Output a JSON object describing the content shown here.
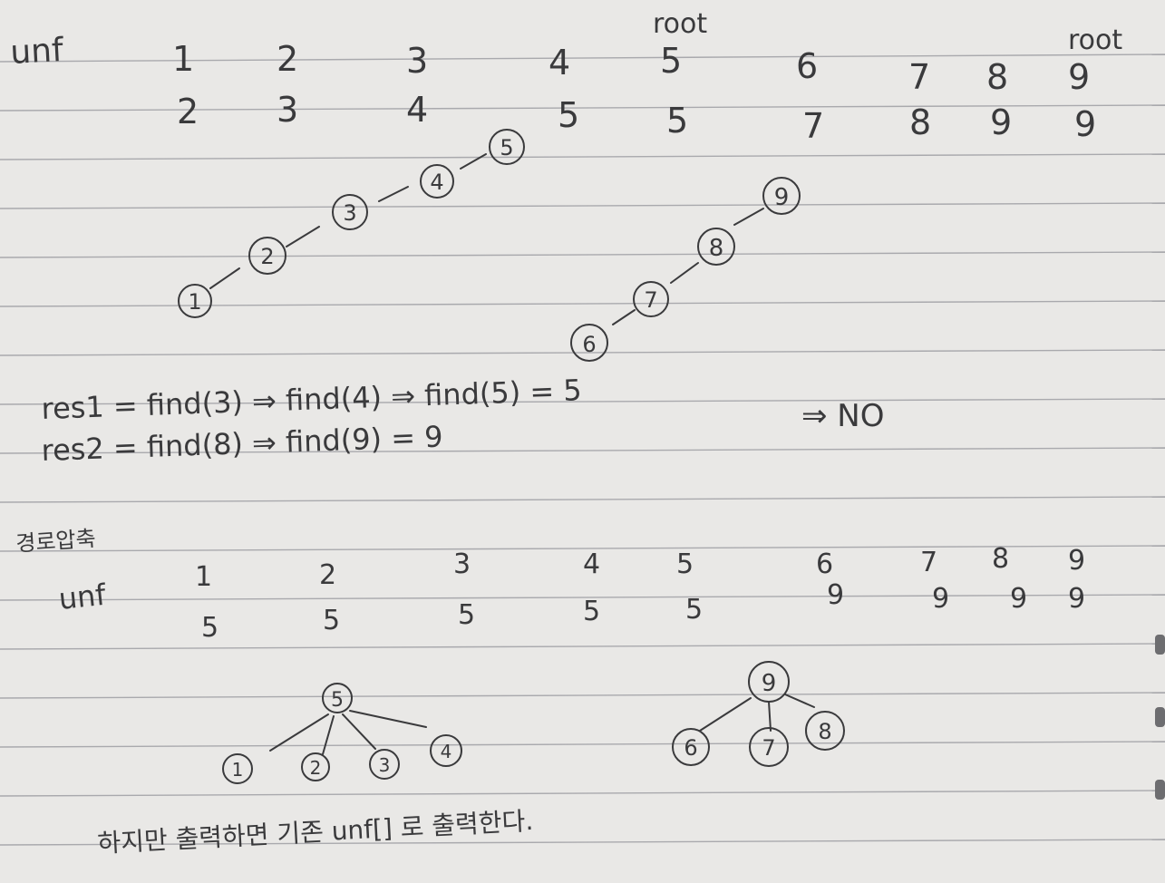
{
  "section1": {
    "label": "unf",
    "root_labels": [
      "root",
      "root"
    ],
    "index_row": [
      "1",
      "2",
      "3",
      "4",
      "5",
      "6",
      "7",
      "8",
      "9"
    ],
    "parent_row": [
      "2",
      "3",
      "4",
      "5",
      "5",
      "7",
      "8",
      "9",
      "9"
    ]
  },
  "tree1": {
    "chain_a": [
      "1",
      "2",
      "3",
      "4",
      "5"
    ],
    "chain_b": [
      "6",
      "7",
      "8",
      "9"
    ]
  },
  "calc": {
    "res1": "res1 = find(3) ⇒ find(4) ⇒ find(5) = 5",
    "res2": "res2 = find(8) ⇒ find(9) = 9",
    "result": "⇒ NO"
  },
  "section2": {
    "title": "경로압축",
    "label": "unf",
    "index_row": [
      "1",
      "2",
      "3",
      "4",
      "5",
      "6",
      "7",
      "8",
      "9"
    ],
    "parent_row": [
      "5",
      "5",
      "5",
      "5",
      "5",
      "9",
      "9",
      "9",
      "9"
    ]
  },
  "tree2": {
    "root_a": "5",
    "children_a": [
      "1",
      "2",
      "3",
      "4"
    ],
    "root_b": "9",
    "children_b": [
      "6",
      "7",
      "8"
    ]
  },
  "footer": {
    "note": "하지만 출력하면 기존 unf[] 로 출력한다."
  }
}
